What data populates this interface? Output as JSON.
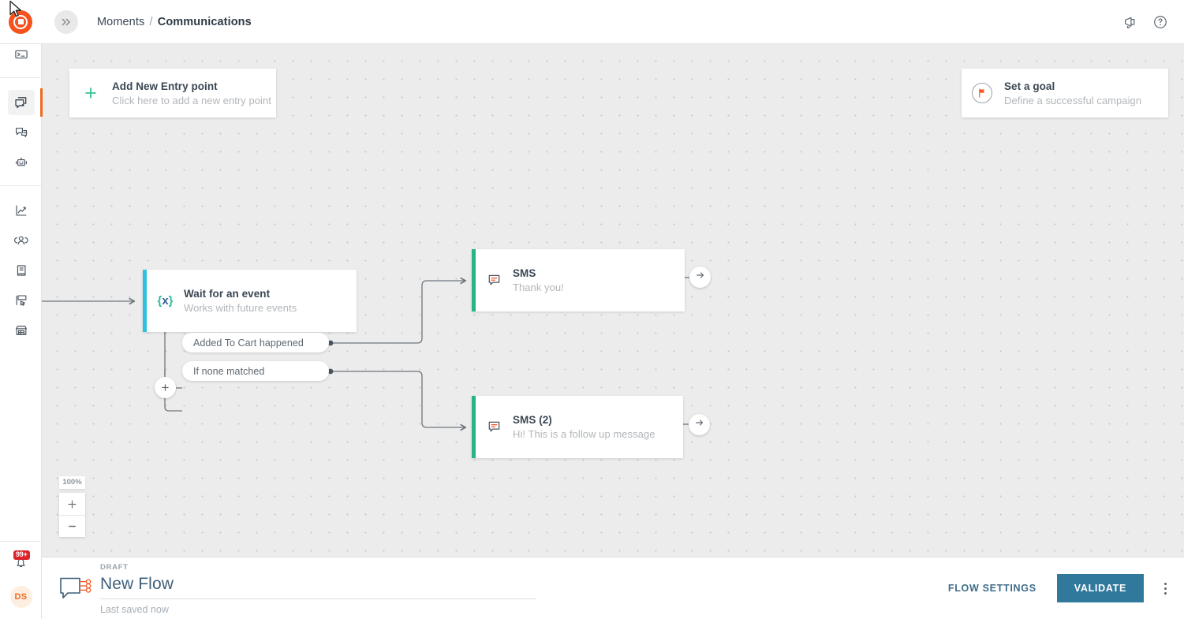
{
  "header": {
    "logo_icon": "infobip-logo-icon",
    "collapse_icon": "chevron-double-right-icon",
    "breadcrumb_root": "Moments",
    "breadcrumb_sep": "/",
    "breadcrumb_current": "Communications",
    "announce_icon": "megaphone-icon",
    "help_icon": "question-circle-icon"
  },
  "sidebar": {
    "groups": [
      {
        "items": [
          {
            "name": "conversations-icon",
            "label": "Conversations",
            "active": false
          },
          {
            "name": "terminal-icon",
            "label": "Developer Tools",
            "active": false
          }
        ]
      },
      {
        "items": [
          {
            "name": "moments-icon",
            "label": "Moments",
            "active": true
          },
          {
            "name": "broadcast-icon",
            "label": "Broadcast",
            "active": false
          },
          {
            "name": "answers-bot-icon",
            "label": "Answers",
            "active": false
          }
        ]
      },
      {
        "items": [
          {
            "name": "analytics-icon",
            "label": "Analytics",
            "active": false
          },
          {
            "name": "people-icon",
            "label": "People",
            "active": false
          },
          {
            "name": "content-icon",
            "label": "Content",
            "active": false
          },
          {
            "name": "forms-icon",
            "label": "Forms",
            "active": false
          },
          {
            "name": "store-icon",
            "label": "Exchange",
            "active": false
          }
        ]
      }
    ],
    "notifications": {
      "icon": "bell-icon",
      "badge": "99+"
    },
    "avatar": {
      "initials": "DS"
    }
  },
  "canvas": {
    "entry_card": {
      "icon": "plus-icon",
      "title": "Add New Entry point",
      "subtitle": "Click here to add a new entry point"
    },
    "goal_card": {
      "icon": "flag-icon",
      "title": "Set a goal",
      "subtitle": "Define a successful campaign"
    },
    "nodes": [
      {
        "id": "wait",
        "icon": "braces-x-icon",
        "title": "Wait for an event",
        "subtitle": "Works with future events",
        "accent": "#2ec1de"
      },
      {
        "id": "sms1",
        "icon": "sms-bubble-icon",
        "title": "SMS",
        "subtitle": "Thank you!",
        "accent": "#27b586"
      },
      {
        "id": "sms2",
        "icon": "sms-bubble-icon",
        "title": "SMS (2)",
        "subtitle": "Hi! This is a follow up message",
        "accent": "#27b586"
      }
    ],
    "hub": {
      "icon": "plus-icon"
    },
    "pills": [
      {
        "label": "Added To Cart happened"
      },
      {
        "label": "If none matched"
      }
    ],
    "node_arrows": [
      {
        "icon": "arrow-right-icon"
      },
      {
        "icon": "arrow-right-icon"
      }
    ],
    "zoom": {
      "level": "100%",
      "zoom_in_icon": "plus-icon",
      "zoom_out_icon": "minus-icon"
    }
  },
  "bottombar": {
    "flow_icon": "flow-bubble-icon",
    "status": "DRAFT",
    "title_value": "New Flow",
    "title_placeholder": "Flow name",
    "saved_text": "Last saved now",
    "settings_label": "FLOW SETTINGS",
    "validate_label": "VALIDATE",
    "kebab_icon": "more-vertical-icon"
  },
  "colors": {
    "brand_orange": "#f4531f",
    "accent_teal": "#2ec1de",
    "accent_green": "#27b586",
    "validate_blue": "#31799c",
    "badge_red": "#d9242b"
  }
}
